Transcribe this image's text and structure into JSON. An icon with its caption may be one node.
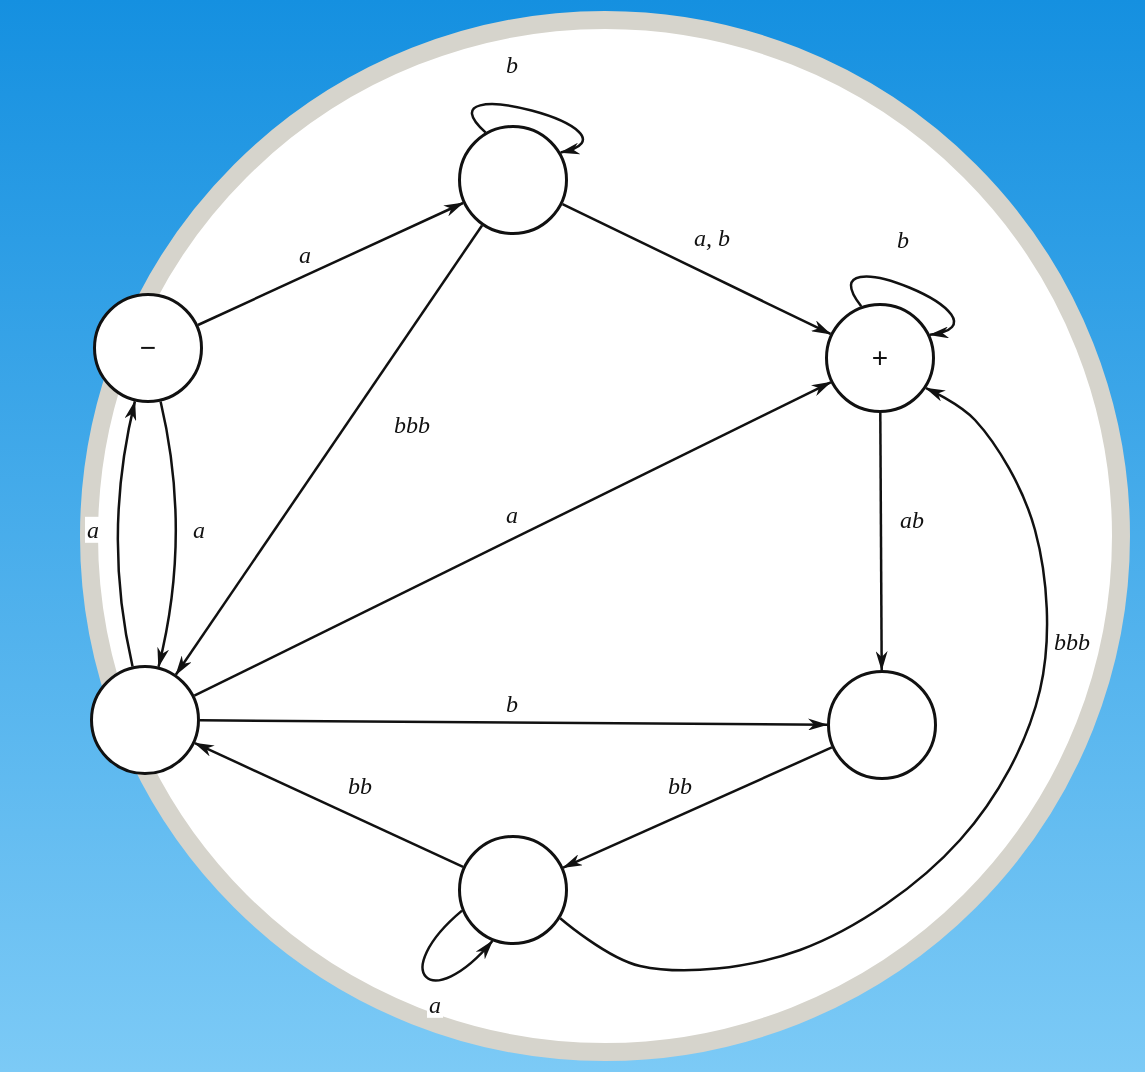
{
  "diagram": {
    "nodes": [
      {
        "text": [
          "−"
        ]
      },
      {
        "text": [],
        "shape": "circle"
      },
      {
        "text": [
          "+"
        ]
      },
      {
        "text": [],
        "shape": "circle"
      },
      {
        "text": [],
        "shape": "circle"
      },
      {
        "text": [],
        "shape": "circle"
      }
    ],
    "edges": [
      {
        "from": 0,
        "to": 1,
        "arrow": "to",
        "label": "a"
      },
      {
        "from": 1,
        "to": 1,
        "arrow": "to",
        "label": "b"
      },
      {
        "from": 1,
        "to": 2,
        "arrow": "to",
        "label": "a, b"
      },
      {
        "from": 2,
        "to": 2,
        "arrow": "to",
        "label": "b"
      },
      {
        "from": 1,
        "to": 3,
        "arrow": "to",
        "label": "bbb"
      },
      {
        "from": 0,
        "to": 3,
        "arrow": "to",
        "label": "a"
      },
      {
        "from": 3,
        "to": 0,
        "arrow": "to",
        "label": "a"
      },
      {
        "from": 3,
        "to": 2,
        "arrow": "to",
        "label": "a"
      },
      {
        "from": 3,
        "to": 4,
        "arrow": "to",
        "label": "b"
      },
      {
        "from": 2,
        "to": 4,
        "arrow": "to",
        "label": "ab"
      },
      {
        "from": 4,
        "to": 5,
        "arrow": "to",
        "label": "bb"
      },
      {
        "from": 5,
        "to": 3,
        "arrow": "to",
        "label": "bb"
      },
      {
        "from": 5,
        "to": 5,
        "arrow": "to",
        "label": "a"
      },
      {
        "from": 5,
        "to": 2,
        "arrow": "to",
        "label": "bbb"
      }
    ]
  }
}
